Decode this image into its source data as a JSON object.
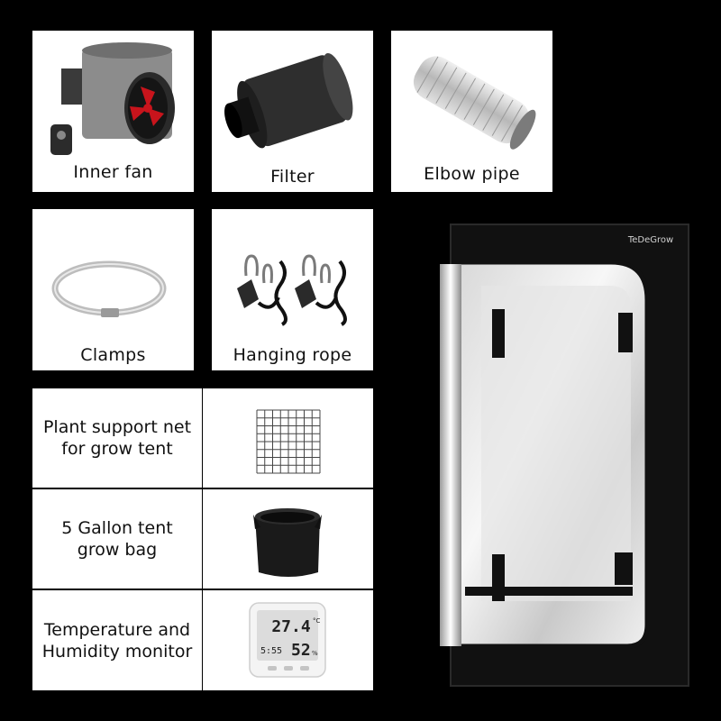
{
  "accessories": {
    "inner_fan": "Inner fan",
    "filter": "Filter",
    "elbow_pipe": "Elbow pipe",
    "clamps": "Clamps",
    "hanging_rope": "Hanging rope"
  },
  "table": {
    "support_net": "Plant support net\nfor grow tent",
    "grow_bag": "5 Gallon tent\ngrow bag",
    "monitor": "Temperature and\nHumidity monitor"
  },
  "monitor_display": {
    "temperature": "27.4",
    "temp_unit": "°C",
    "time": "5:55",
    "humidity": "52",
    "humidity_unit": "%"
  },
  "tent": {
    "brand": "TeDeGrow"
  },
  "colors": {
    "background": "#000000",
    "card": "#ffffff",
    "fan_accent": "#c8141c"
  }
}
